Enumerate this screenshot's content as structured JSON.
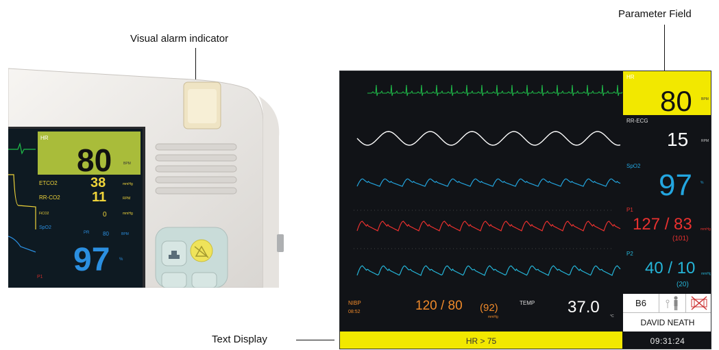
{
  "callouts": {
    "visual_alarm": "Visual alarm indicator",
    "parameter_field": "Parameter Field",
    "text_display": "Text Display"
  },
  "photo_screen": {
    "hr_label": "HR",
    "hr_value": "80",
    "hr_unit": "BPM",
    "etco2_label": "ETCO2",
    "etco2_value": "38",
    "etco2_unit": "mmHg",
    "rrco2_label": "RR-CO2",
    "rrco2_value": "11",
    "rrco2_unit": "RPM",
    "fico2_label": "FiCO2",
    "fico2_value": "0",
    "fico2_unit": "mmHg",
    "spo2_label": "SpO2",
    "pr_label": "PR",
    "pr_value": "80",
    "pr_unit": "BPM",
    "spo2_value": "97",
    "spo2_unit": "%",
    "p1_label": "P1"
  },
  "monitor": {
    "hr": {
      "label": "HR",
      "value": "80",
      "unit": "BPM",
      "bg": "#f2e800"
    },
    "rr": {
      "label": "RR-ECG",
      "value": "15",
      "unit": "RPM"
    },
    "spo2": {
      "label": "SpO2",
      "value": "97",
      "unit": "%"
    },
    "p1": {
      "label": "P1",
      "value": "127 / 83",
      "unit": "mmHg",
      "mean": "(101)"
    },
    "p2": {
      "label": "P2",
      "value": "40 / 10",
      "unit": "mmHg",
      "mean": "(20)"
    },
    "nibp": {
      "label": "NIBP",
      "time": "08:52",
      "value": "120 / 80",
      "mean": "(92)",
      "unit": "mmHg"
    },
    "temp": {
      "label": "TEMP",
      "value": "37.0",
      "unit": "°C"
    },
    "bed": "B6",
    "patient": "DAVID NEATH",
    "alarm_text": "HR > 75",
    "clock": "09:31:24"
  },
  "colors": {
    "ecg": "#1fbf4a",
    "resp": "#ffffff",
    "spo2": "#23a6e0",
    "p1": "#e8312f",
    "p2": "#25b5d8",
    "nibp": "#f08a2a",
    "alarm_bg": "#f2e800"
  }
}
